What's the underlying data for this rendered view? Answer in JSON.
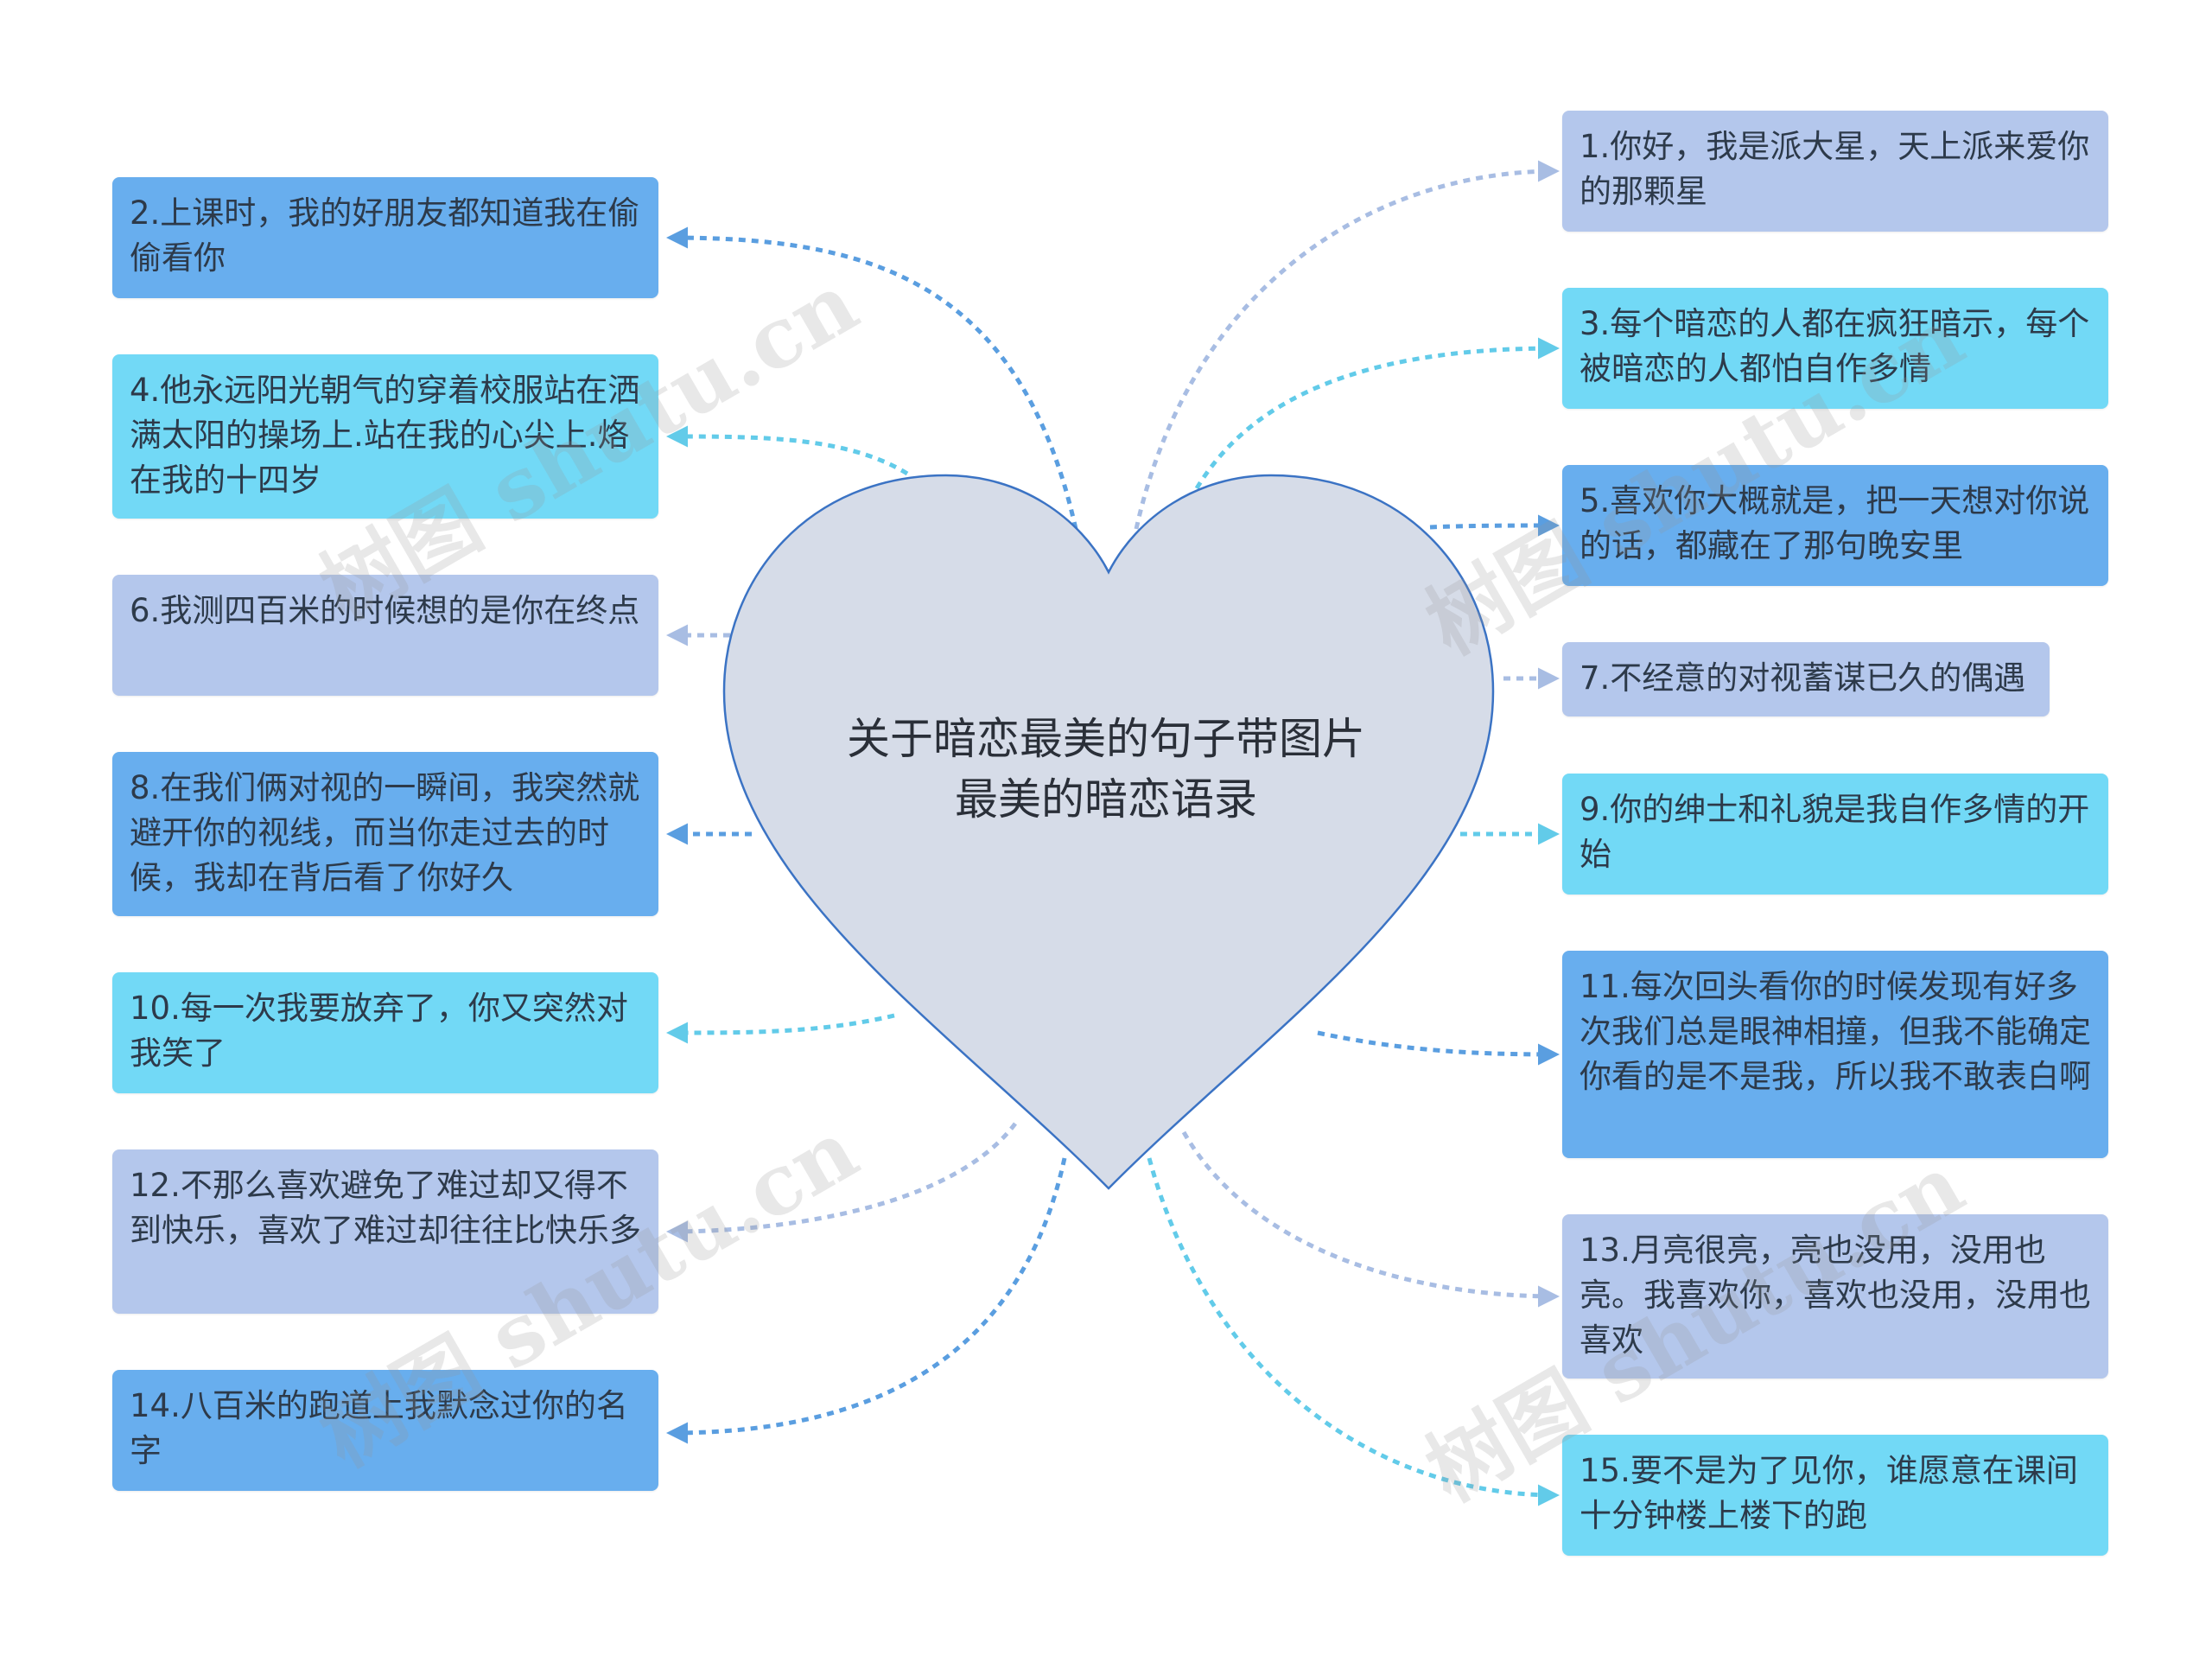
{
  "center": {
    "title": "关于暗恋最美的句子带图片最美的暗恋语录"
  },
  "nodes": [
    {
      "id": "n1",
      "text": "1.你好，我是派大星，天上派来爱你的那颗星"
    },
    {
      "id": "n2",
      "text": "2.上课时，我的好朋友都知道我在偷偷看你"
    },
    {
      "id": "n3",
      "text": "3.每个暗恋的人都在疯狂暗示，每个被暗恋的人都怕自作多情"
    },
    {
      "id": "n4",
      "text": "4.他永远阳光朝气的穿着校服站在洒满太阳的操场上.站在我的心尖上.烙在我的十四岁"
    },
    {
      "id": "n5",
      "text": "5.喜欢你大概就是，把一天想对你说的话，都藏在了那句晚安里"
    },
    {
      "id": "n6",
      "text": "6.我测四百米的时候想的是你在终点"
    },
    {
      "id": "n7",
      "text": "7.不经意的对视蓄谋已久的偶遇"
    },
    {
      "id": "n8",
      "text": "8.在我们俩对视的一瞬间，我突然就避开你的视线，而当你走过去的时候，我却在背后看了你好久"
    },
    {
      "id": "n9",
      "text": "9.你的绅士和礼貌是我自作多情的开始"
    },
    {
      "id": "n10",
      "text": "10.每一次我要放弃了，你又突然对我笑了"
    },
    {
      "id": "n11",
      "text": "11.每次回头看你的时候发现有好多次我们总是眼神相撞，但我不能确定你看的是不是我，所以我不敢表白啊"
    },
    {
      "id": "n12",
      "text": "12.不那么喜欢避免了难过却又得不到快乐，喜欢了难过却往往比快乐多"
    },
    {
      "id": "n13",
      "text": "13.月亮很亮，亮也没用，没用也亮。我喜欢你，喜欢也没用，没用也喜欢"
    },
    {
      "id": "n14",
      "text": "14.八百米的跑道上我默念过你的名字"
    },
    {
      "id": "n15",
      "text": "15.要不是为了见你，谁愿意在课间十分钟楼上楼下的跑"
    }
  ],
  "watermark": {
    "text": "树图 shutu.cn"
  },
  "colors": {
    "heart_fill": "#d6dce8",
    "heart_stroke": "#3b73c4",
    "lavender": "#b4c7ec",
    "cyan": "#72d9f6",
    "blue": "#68aeee"
  }
}
